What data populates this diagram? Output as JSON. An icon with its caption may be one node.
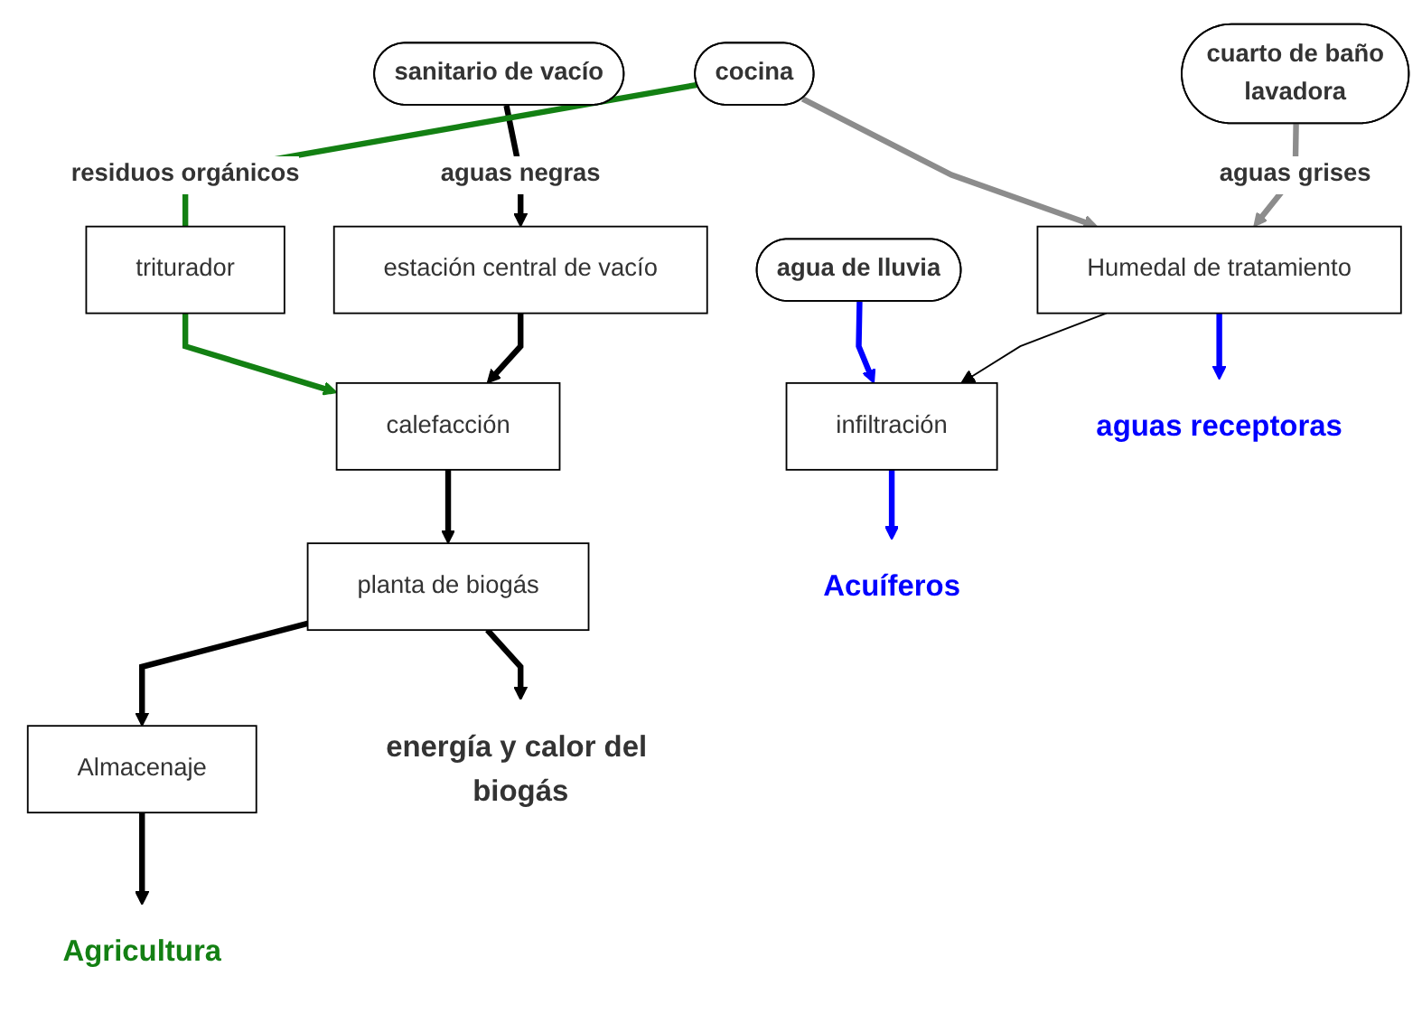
{
  "diagram": {
    "nodes": [
      {
        "text": [
          "sanitario de vacío"
        ]
      },
      {
        "text": [
          "cocina"
        ]
      },
      {
        "text": [
          "cuarto de baño",
          "lavadora"
        ]
      },
      {
        "text": [
          "agua de lluvia"
        ]
      },
      {
        "text": [
          "estación central de vacío"
        ]
      },
      {
        "text": [
          "triturador"
        ]
      },
      {
        "text": [
          "calefacción"
        ]
      },
      {
        "text": [
          "planta de biogás"
        ]
      },
      {
        "text": [
          "Almacenaje"
        ]
      },
      {
        "text": [
          "Humedal de tratamiento"
        ]
      },
      {
        "text": [
          "infiltración"
        ]
      },
      {
        "text": [
          "energía y calor del biogás"
        ]
      },
      {
        "text": [
          "Agricultura"
        ]
      },
      {
        "text": [
          "aguas receptoras"
        ]
      },
      {
        "text": [
          "Acuíferos"
        ]
      }
    ],
    "edges": [
      {
        "from": 0,
        "to": 4,
        "arrow": "to",
        "label": "aguas negras"
      },
      {
        "from": 1,
        "to": 5,
        "arrow": "none",
        "label": "residuos orgánicos",
        "color": "#138013"
      },
      {
        "from": 5,
        "to": 6,
        "arrow": "to",
        "color": "#138013"
      },
      {
        "from": 1,
        "to": 9,
        "arrow": "to",
        "color": "#8c8c8c"
      },
      {
        "from": 2,
        "to": 9,
        "arrow": "to",
        "label": "aguas grises",
        "color": "#8c8c8c"
      },
      {
        "from": 3,
        "to": 10,
        "arrow": "to",
        "color": "#0000ff"
      },
      {
        "from": 4,
        "to": 6,
        "arrow": "to"
      },
      {
        "from": 6,
        "to": 7,
        "arrow": "to"
      },
      {
        "from": 7,
        "to": 11,
        "arrow": "to"
      },
      {
        "from": 7,
        "to": 8,
        "arrow": "to"
      },
      {
        "from": 8,
        "to": 12,
        "arrow": "to"
      },
      {
        "from": 9,
        "to": 10,
        "arrow": "to"
      },
      {
        "from": 9,
        "to": 13,
        "arrow": "to",
        "color": "#0000ff"
      },
      {
        "from": 10,
        "to": 14,
        "arrow": "to",
        "color": "#0000ff"
      }
    ]
  }
}
